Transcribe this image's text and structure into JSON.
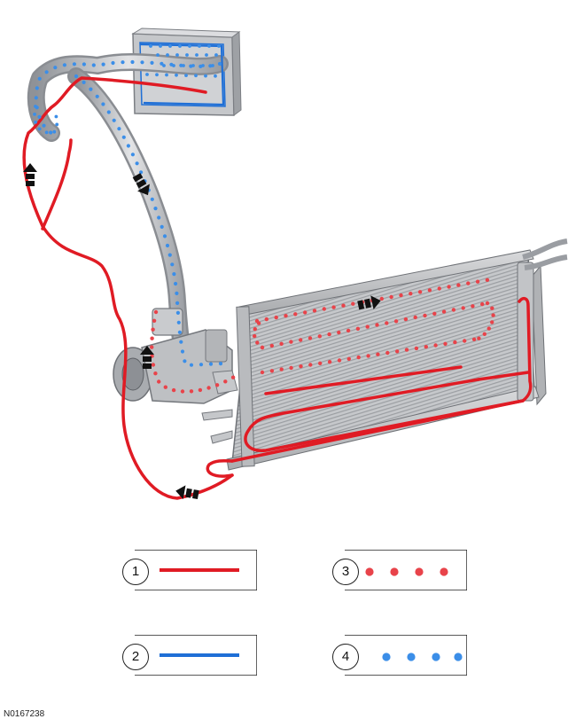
{
  "document_id": "N0167238",
  "colors": {
    "high_pressure_line": "#e01b24",
    "low_pressure_line": "#1f6fd6",
    "high_pressure_dots": "#e8434a",
    "low_pressure_dots": "#3b8ee8",
    "component_gray": "#b7b9bc"
  },
  "legend": [
    {
      "number": "1",
      "symbol": "solid-red-line"
    },
    {
      "number": "2",
      "symbol": "solid-blue-line"
    },
    {
      "number": "3",
      "symbol": "red-dots"
    },
    {
      "number": "4",
      "symbol": "blue-dots"
    }
  ]
}
